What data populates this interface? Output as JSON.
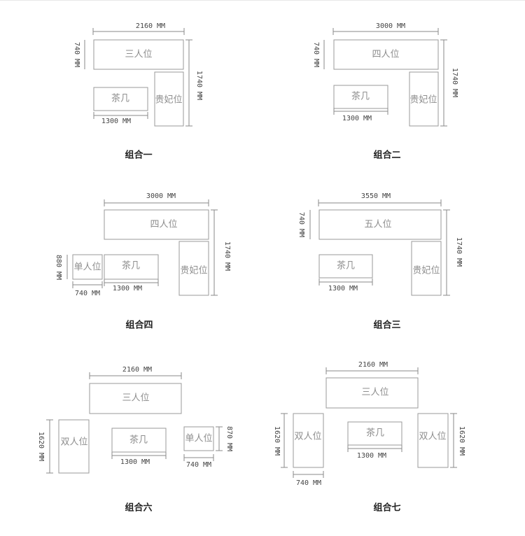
{
  "labels": {
    "three_seat": "三人位",
    "four_seat": "四人位",
    "five_seat": "五人位",
    "single_seat": "单人位",
    "double_seat": "双人位",
    "tea_table": "茶几",
    "chaise": "贵妃位"
  },
  "dims": {
    "d2160": "2160 MM",
    "d3000": "3000 MM",
    "d3550": "3550 MM",
    "d740": "740 MM",
    "d1740": "1740 MM",
    "d1300": "1300 MM",
    "d880": "880 MM",
    "d870": "870 MM",
    "d1620": "1620 MM"
  },
  "captions": {
    "c1": "组合一",
    "c2": "组合二",
    "c3": "组合三",
    "c4": "组合四",
    "c6": "组合六",
    "c7": "组合七"
  },
  "colors": {
    "outline": "#9a9a9a",
    "dimension": "#8a8a8a",
    "caption": "#222222"
  }
}
